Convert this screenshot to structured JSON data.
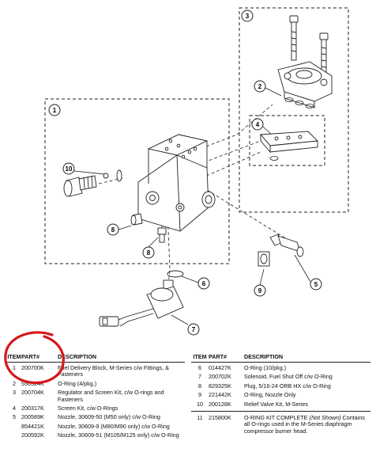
{
  "diagram": {
    "callouts": [
      "1",
      "2",
      "3",
      "4",
      "5",
      "6",
      "7",
      "8",
      "8",
      "9",
      "10"
    ],
    "highlight_color": "#d6171a"
  },
  "table_left": {
    "headers": {
      "item": "ITEM",
      "part": "PART#",
      "desc": "DESCRIPTION"
    },
    "rows": [
      {
        "item": "1",
        "part": "200700K",
        "desc": "Fuel Delivery Block, M-Series c/w Fittings, & Fasteners"
      },
      {
        "item": "2",
        "part": "550324K",
        "desc": "O-Ring (4/pkg.)"
      },
      {
        "item": "3",
        "part": "200704K",
        "desc": "Regulator and Screen Kit, c/w O-rings and Fasteners"
      },
      {
        "item": "4",
        "part": "200317K",
        "desc": "Screen Kit, c/w O-Rings"
      },
      {
        "item": "5",
        "part": "200589K",
        "desc": "Nozzle, 30609-50 (M50 only) c/w O-Ring"
      },
      {
        "item": "",
        "part": "854421K",
        "desc": "Nozzle, 30609-9 (M80/M90 only) c/w O-Ring"
      },
      {
        "item": "",
        "part": "200592K",
        "desc": "Nozzle, 30609-51 (M105/M125 only) c/w O-Ring"
      }
    ]
  },
  "table_right": {
    "headers": {
      "item": "ITEM",
      "part": "PART#",
      "desc": "DESCRIPTION"
    },
    "rows": [
      {
        "item": "6",
        "part": "014427K",
        "desc": "O-Ring (10/pkg.)"
      },
      {
        "item": "7",
        "part": "200702K",
        "desc": "Solenoid, Fuel Shut Off c/w O-Ring"
      },
      {
        "item": "8",
        "part": "829325K",
        "desc": "Plug, 5/16-24 ORB HX c/w O-Ring"
      },
      {
        "item": "9",
        "part": "221442K",
        "desc": "O-Ring, Nozzle Only"
      },
      {
        "item": "10",
        "part": "200128K",
        "desc": "Relief Valve Kit, M-Series"
      }
    ],
    "kit_row": {
      "item": "11",
      "part": "215800K",
      "desc_lead": "O-RING KIT COMPLETE",
      "desc_note": "(Not Shown)",
      "desc_rest": "Contains all O-rings used in the M-Series diaphragm compressor burner head."
    }
  }
}
